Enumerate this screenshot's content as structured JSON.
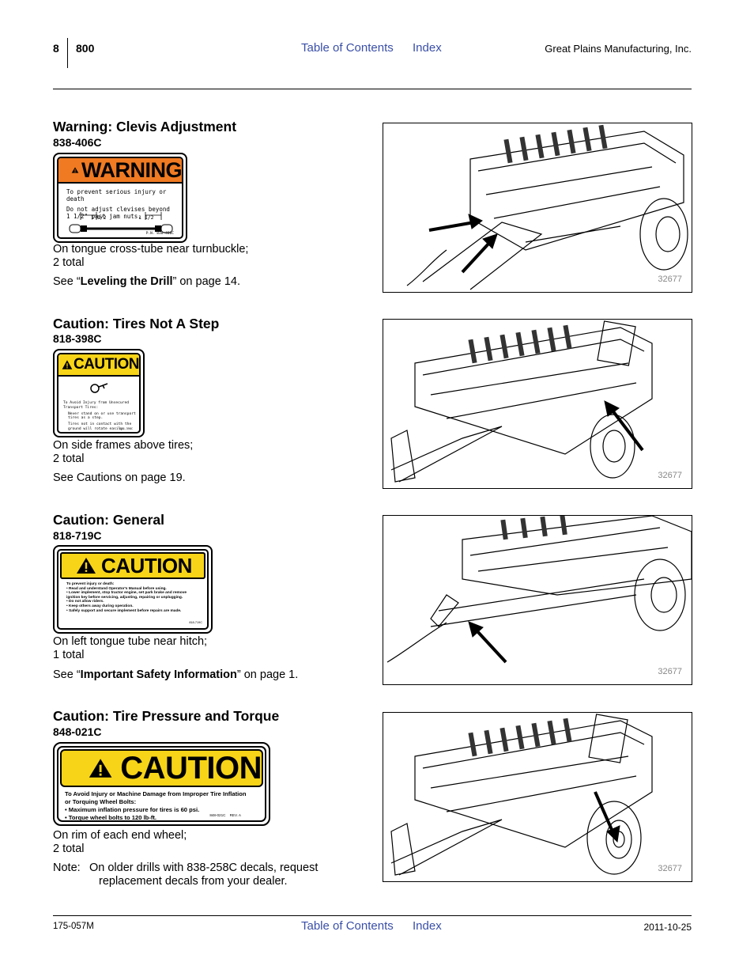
{
  "header": {
    "page_number": "8",
    "model": "800",
    "toc_link": "Table of Contents",
    "index_link": "Index",
    "company": "Great Plains Manufacturing, Inc."
  },
  "footer": {
    "doc_number": "175-057M",
    "toc_link": "Table of Contents",
    "index_link": "Index",
    "date": "2011-10-25"
  },
  "sections": [
    {
      "title": "Warning: Clevis Adjustment",
      "part": "838-406C",
      "decal": {
        "signal_word": "WARNING",
        "lines": [
          "To prevent serious injury or death",
          "Do not adjust clevises beyond",
          "1 1/2\" past jam nuts."
        ],
        "dim_left": "1 1/2",
        "dim_right": "1 1/2",
        "pn": "P.N. 838-406C"
      },
      "location": [
        "On tongue cross-tube near turnbuckle;",
        "2 total"
      ],
      "see_prefix": "See “",
      "see_bold": "Leveling the Drill",
      "see_suffix": "” on page 14.",
      "figure": "32677"
    },
    {
      "title": "Caution: Tires Not A Step",
      "part": "818-398C",
      "decal": {
        "signal_word": "CAUTION",
        "lines": [
          "To Avoid Injury from Unsecured",
          "Transport Tires:",
          "Never stand on or use transport",
          "tires as a step.",
          "Tires not in contact with the",
          "ground will rotate easily."
        ],
        "pn": "818-398C"
      },
      "location": [
        "On side frames above tires;",
        "2 total"
      ],
      "see_text": "See Cautions on page 19.",
      "figure": "32677"
    },
    {
      "title": "Caution: General",
      "part": "818-719C",
      "decal": {
        "signal_word": "CAUTION",
        "intro": "To prevent injury or death:",
        "bullets": [
          "Read and understand Operator's Manual before using.",
          "Lower implement, stop tractor engine, set park brake and remove ignition key before servicing, adjusting, repairing or unplugging.",
          "Do not allow riders.",
          "Keep others away during operation.",
          "Safely support and secure implement before repairs are made."
        ],
        "pn": "818-719C"
      },
      "location": [
        "On left tongue tube near hitch;",
        "1 total"
      ],
      "see_prefix": "See “",
      "see_bold": "Important Safety Information",
      "see_suffix": "” on page 1.",
      "figure": "32677"
    },
    {
      "title": "Caution: Tire Pressure and Torque",
      "part": "848-021C",
      "decal": {
        "signal_word": "CAUTION",
        "intro": "To Avoid Injury or Machine Damage from Improper Tire Inflation or Torquing Wheel Bolts:",
        "bullets": [
          "Maximum inflation pressure for tires is 60 psi.",
          "Torque wheel bolts to 120 lb-ft."
        ],
        "pn": "848-021C",
        "rev": "REV. A"
      },
      "location": [
        "On rim of each end wheel;",
        "2 total"
      ],
      "note_label": "Note:",
      "note_text": [
        "On older drills with 838-258C decals, request",
        "replacement decals from your dealer."
      ],
      "figure": "32677"
    }
  ]
}
